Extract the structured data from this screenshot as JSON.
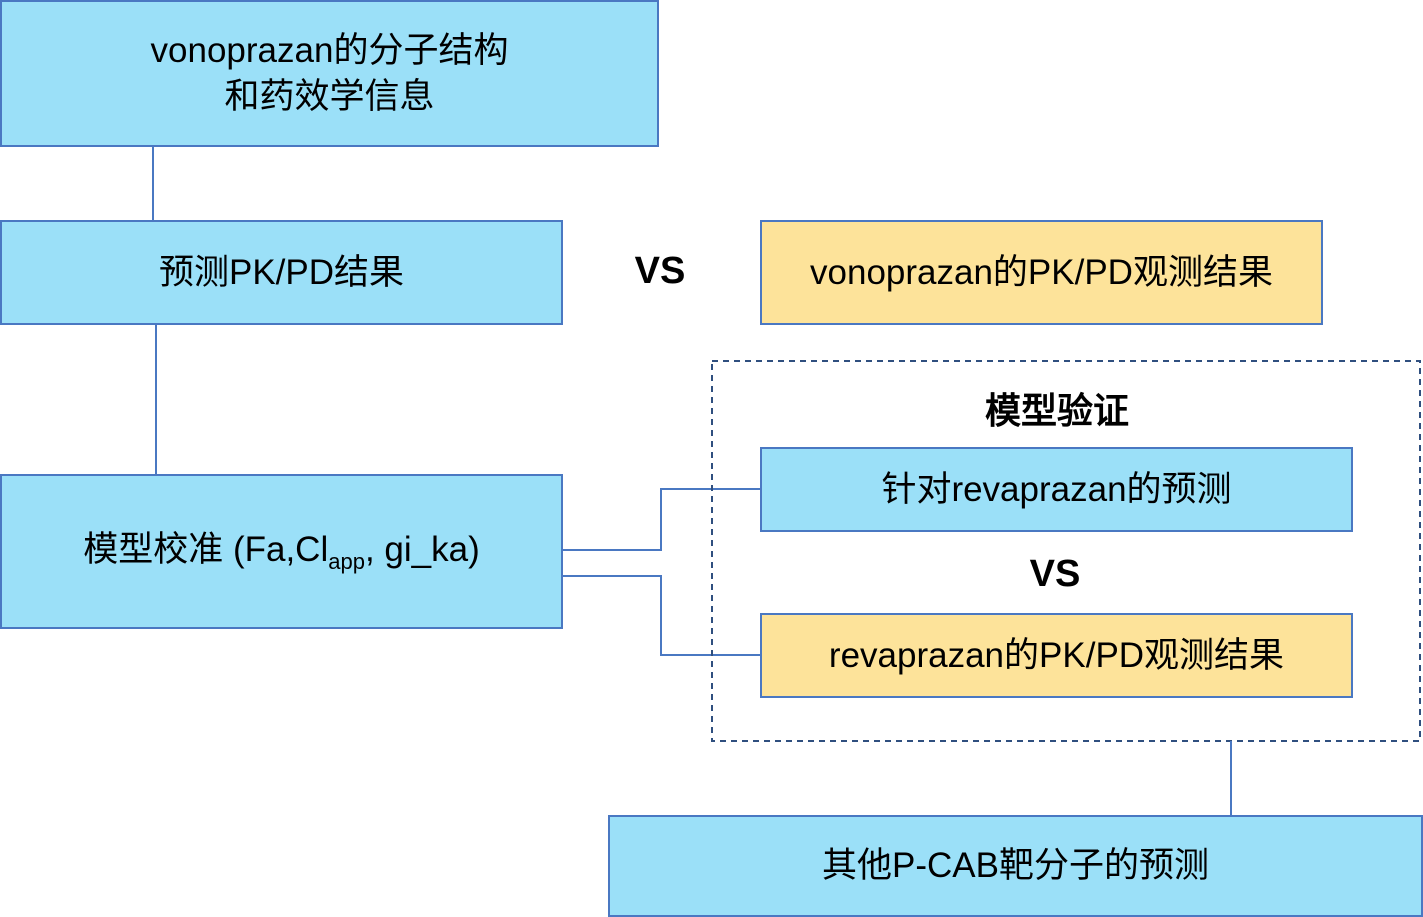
{
  "boxes": {
    "structure": {
      "line1": "vonoprazan的分子结构",
      "line2": "和药效学信息"
    },
    "predicted": "预测PK/PD结果",
    "observed_vonoprazan": "vonoprazan的PK/PD观测结果",
    "calibration": {
      "prefix": "模型校准 (Fa,Cl",
      "subscript": "app",
      "suffix": ", gi_ka)"
    },
    "revaprazan_prediction": "针对revaprazan的预测",
    "revaprazan_observed": "revaprazan的PK/PD观测结果",
    "other_pcab": "其他P-CAB靶分子的预测"
  },
  "labels": {
    "vs_top": "VS",
    "validation_title": "模型验证",
    "vs_validation": "VS"
  },
  "colors": {
    "blue_fill": "#9be0f8",
    "yellow_fill": "#fde39a",
    "border": "#4a78c2",
    "dashed_border": "#2f4f7f"
  }
}
